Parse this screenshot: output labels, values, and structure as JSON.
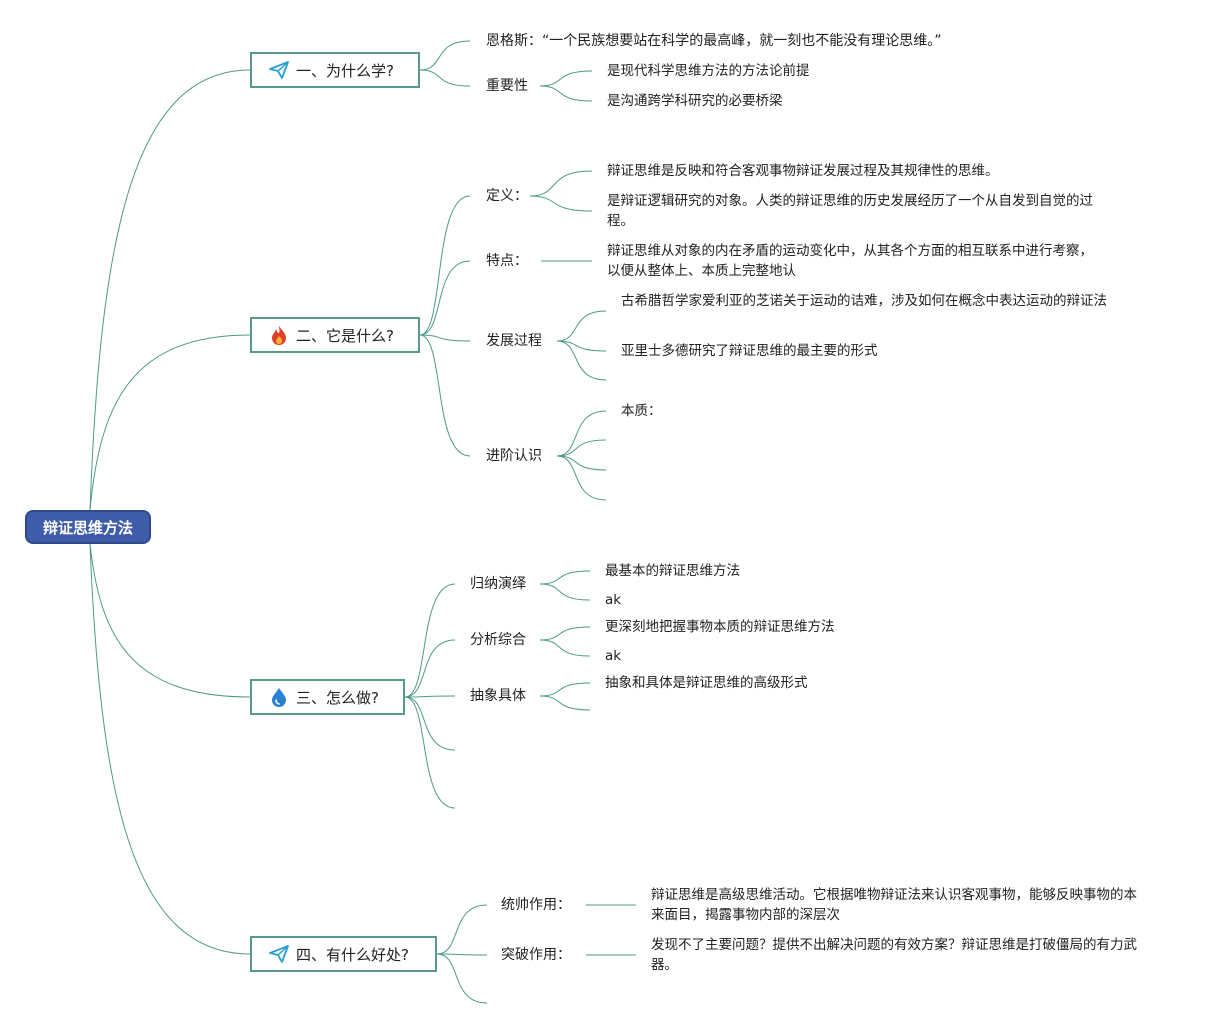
{
  "root": "辩证思维方法",
  "branches": [
    {
      "icon": "paper-plane-icon",
      "title": "一、为什么学?",
      "items": [
        {
          "label": "恩格斯：“一个民族想要站在科学的最高峰，就一刻也不能没有理论思维。”"
        },
        {
          "label": "重要性",
          "children": [
            "是现代科学思维方法的方法论前提",
            "是沟通跨学科研究的必要桥梁"
          ]
        }
      ]
    },
    {
      "icon": "fire-icon",
      "title": "二、它是什么?",
      "items": [
        {
          "label": "定义：",
          "children": [
            "辩证思维是反映和符合客观事物辩证发展过程及其规律性的思维。",
            "是辩证逻辑研究的对象。人类的辩证思维的历史发展经历了一个从自发到自觉的过程。"
          ]
        },
        {
          "label": "特点：",
          "children": [
            "辩证思维从对象的内在矛盾的运动变化中，从其各个方面的相互联系中进行考察，以便从整体上、本质上完整地认"
          ]
        },
        {
          "label": "发展过程",
          "children": [
            "古希腊哲学家爱利亚的芝诺关于运动的诘难，涉及如何在概念中表达运动的辩证法",
            "亚里士多德研究了辩证思维的最主要的形式",
            ""
          ]
        },
        {
          "label": "进阶认识",
          "children": [
            "本质：",
            "",
            "",
            ""
          ]
        }
      ]
    },
    {
      "icon": "water-drop-icon",
      "title": "三、怎么做?",
      "items": [
        {
          "label": "归纳演绎",
          "children": [
            "最基本的辩证思维方法",
            "ak"
          ]
        },
        {
          "label": "分析综合",
          "children": [
            "更深刻地把握事物本质的辩证思维方法",
            "ak"
          ]
        },
        {
          "label": "抽象具体",
          "children": [
            "抽象和具体是辩证思维的高级形式",
            ""
          ]
        },
        {
          "label": ""
        },
        {
          "label": ""
        }
      ]
    },
    {
      "icon": "paper-plane-icon",
      "title": "四、有什么好处?",
      "items": [
        {
          "label": "统帅作用：",
          "children": [
            "辩证思维是高级思维活动。它根据唯物辩证法来认识客观事物，能够反映事物的本来面目，揭露事物内部的深层次"
          ]
        },
        {
          "label": "突破作用：",
          "children": [
            "发现不了主要问题？提供不出解决问题的有效方案？辩证思维是打破僵局的有力武器。"
          ]
        },
        {
          "label": ""
        }
      ]
    }
  ],
  "colors": {
    "root_bg": "#3f5ca8",
    "line": "#4e9a88",
    "branch_border": "#5a9a8c",
    "plane": "#2a9fd6",
    "fire": "#e0402a",
    "drop": "#2a7fd6"
  }
}
